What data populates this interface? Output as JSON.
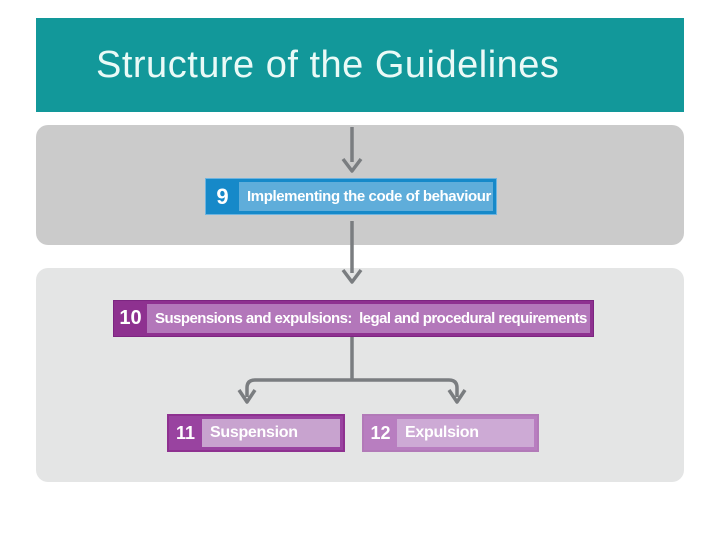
{
  "slide": {
    "title": "Structure of the Guidelines"
  },
  "colors": {
    "header_bg": "#12989A",
    "title_text": "#EAFAF7",
    "panel_top_bg": "#CBCBCB",
    "panel_bottom_bg": "#E4E5E5",
    "arrow": "#7A7D80",
    "node9_frame": "#1689C9",
    "node9_inner": "#5FADDA",
    "node10_frame": "#8E3190",
    "node10_inner": "#B377BA",
    "node11_frame": "#9943A0",
    "node11_inner": "#C8A3CF",
    "node12_frame": "#B87EC0",
    "node12_inner": "#CDAAD5",
    "node_text": "#FFFFFF"
  },
  "flowchart": {
    "nodes": [
      {
        "number": "9",
        "label": "Implementing the code of behaviour"
      },
      {
        "number": "10",
        "label": "Suspensions and expulsions:  legal and procedural requirements"
      },
      {
        "number": "11",
        "label": "Suspension"
      },
      {
        "number": "12",
        "label": "Expulsion"
      }
    ]
  }
}
